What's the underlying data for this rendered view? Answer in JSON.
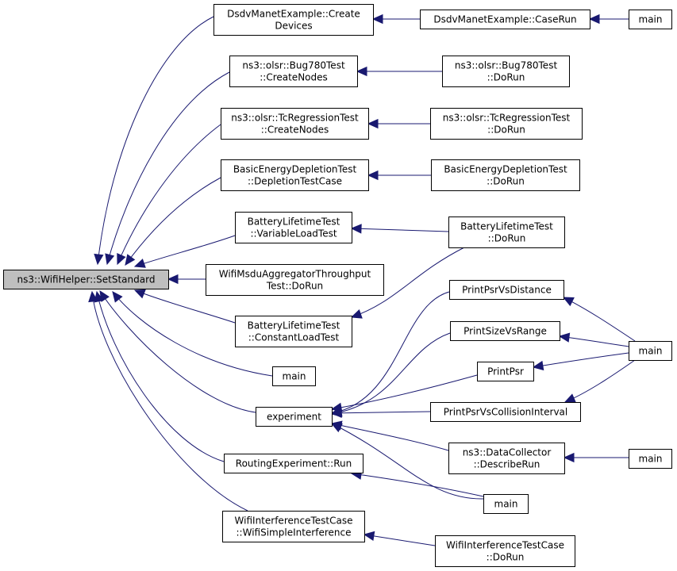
{
  "nodes": {
    "set_standard": [
      "ns3::WifiHelper::SetStandard"
    ],
    "create_devices": [
      "DsdvManetExample::Create",
      "Devices"
    ],
    "case_run": [
      "DsdvManetExample::CaseRun"
    ],
    "main_top": [
      "main"
    ],
    "bug780_create": [
      "ns3::olsr::Bug780Test",
      "::CreateNodes"
    ],
    "bug780_dorun": [
      "ns3::olsr::Bug780Test",
      "::DoRun"
    ],
    "tcreg_create": [
      "ns3::olsr::TcRegressionTest",
      "::CreateNodes"
    ],
    "tcreg_dorun": [
      "ns3::olsr::TcRegressionTest",
      "::DoRun"
    ],
    "energy_case": [
      "BasicEnergyDepletionTest",
      "::DepletionTestCase"
    ],
    "energy_dorun": [
      "BasicEnergyDepletionTest",
      "::DoRun"
    ],
    "battery_variable": [
      "BatteryLifetimeTest",
      "::VariableLoadTest"
    ],
    "battery_dorun": [
      "BatteryLifetimeTest",
      "::DoRun"
    ],
    "msdu_dorun": [
      "WifiMsduAggregatorThroughput",
      "Test::DoRun"
    ],
    "battery_constant": [
      "BatteryLifetimeTest",
      "::ConstantLoadTest"
    ],
    "main_mid": [
      "main"
    ],
    "experiment": [
      "experiment"
    ],
    "psr_distance": [
      "PrintPsrVsDistance"
    ],
    "size_range": [
      "PrintSizeVsRange"
    ],
    "print_psr": [
      "PrintPsr"
    ],
    "psr_collision": [
      "PrintPsrVsCollisionInterval"
    ],
    "main_right": [
      "main"
    ],
    "describe_run": [
      "ns3::DataCollector",
      "::DescribeRun"
    ],
    "main_describe": [
      "main"
    ],
    "routing_run": [
      "RoutingExperiment::Run"
    ],
    "main_routing": [
      "main"
    ],
    "wifi_interference": [
      "WifiInterferenceTestCase",
      "::WifiSimpleInterference"
    ],
    "wifi_interference_dorun": [
      "WifiInterferenceTestCase",
      "::DoRun"
    ]
  },
  "edges": [
    [
      "create_devices",
      "set_standard"
    ],
    [
      "bug780_create",
      "set_standard"
    ],
    [
      "tcreg_create",
      "set_standard"
    ],
    [
      "energy_case",
      "set_standard"
    ],
    [
      "battery_variable",
      "set_standard"
    ],
    [
      "msdu_dorun",
      "set_standard"
    ],
    [
      "battery_constant",
      "set_standard"
    ],
    [
      "main_mid",
      "set_standard"
    ],
    [
      "experiment",
      "set_standard"
    ],
    [
      "routing_run",
      "set_standard"
    ],
    [
      "wifi_interference",
      "set_standard"
    ],
    [
      "case_run",
      "create_devices"
    ],
    [
      "main_top",
      "case_run"
    ],
    [
      "bug780_dorun",
      "bug780_create"
    ],
    [
      "tcreg_dorun",
      "tcreg_create"
    ],
    [
      "energy_dorun",
      "energy_case"
    ],
    [
      "battery_dorun",
      "battery_variable"
    ],
    [
      "battery_dorun",
      "battery_constant"
    ],
    [
      "psr_distance",
      "experiment"
    ],
    [
      "size_range",
      "experiment"
    ],
    [
      "print_psr",
      "experiment"
    ],
    [
      "psr_collision",
      "experiment"
    ],
    [
      "describe_run",
      "experiment"
    ],
    [
      "main_routing",
      "experiment"
    ],
    [
      "main_right",
      "psr_distance"
    ],
    [
      "main_right",
      "size_range"
    ],
    [
      "main_right",
      "print_psr"
    ],
    [
      "main_right",
      "psr_collision"
    ],
    [
      "main_describe",
      "describe_run"
    ],
    [
      "main_routing",
      "routing_run"
    ],
    [
      "wifi_interference_dorun",
      "wifi_interference"
    ]
  ]
}
